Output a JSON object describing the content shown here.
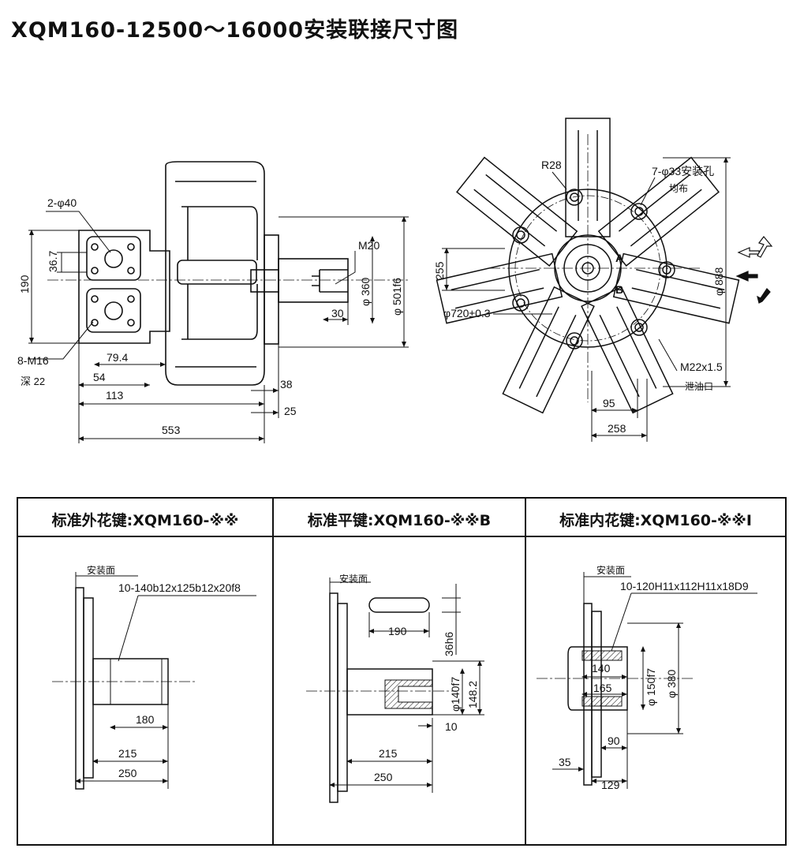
{
  "title": "XQM160-12500～16000安装联接尺寸图",
  "side_view": {
    "holes_label": "2-φ40",
    "thread_label": "8-M16",
    "depth_label": "深 22",
    "dim_190": "190",
    "dim_36_7": "36.7",
    "dim_79_4": "79.4",
    "dim_54": "54",
    "dim_113": "113",
    "dim_553": "553",
    "dim_38": "38",
    "dim_25": "25",
    "dim_m20": "M20",
    "dim_30": "30",
    "dim_phi360": "φ 360",
    "dim_phi501f6": "φ 501f6"
  },
  "front_view": {
    "r28": "R28",
    "mount_holes": "7-φ33安装孔",
    "uniform": "均布",
    "dim_255": "255",
    "dim_phi720": "φ720±0.3",
    "dim_phi888": "φ 888",
    "port_a": "A",
    "port_b": "B",
    "drain_thread": "M22x1.5",
    "drain_port": "泄油口",
    "dim_95": "95",
    "dim_258": "258"
  },
  "panels": [
    {
      "header": "标准外花键:XQM160-※※",
      "mount_face": "安装面",
      "spec": "10-140b12x125b12x20f8",
      "dim_180": "180",
      "dim_215": "215",
      "dim_250": "250"
    },
    {
      "header": "标准平键:XQM160-※※B",
      "mount_face": "安装面",
      "dim_190": "190",
      "dim_36h6": "36h6",
      "dim_phi140f7": "φ140f7",
      "dim_148_2": "148.2",
      "dim_10": "10",
      "dim_215": "215",
      "dim_250": "250"
    },
    {
      "header": "标准内花键:XQM160-※※I",
      "mount_face": "安装面",
      "spec": "10-120H11x112H11x18D9",
      "dim_140": "140",
      "dim_165": "165",
      "dim_phi150f7": "φ 150f7",
      "dim_phi380": "φ 380",
      "dim_90": "90",
      "dim_35": "35",
      "dim_129": "129"
    }
  ]
}
